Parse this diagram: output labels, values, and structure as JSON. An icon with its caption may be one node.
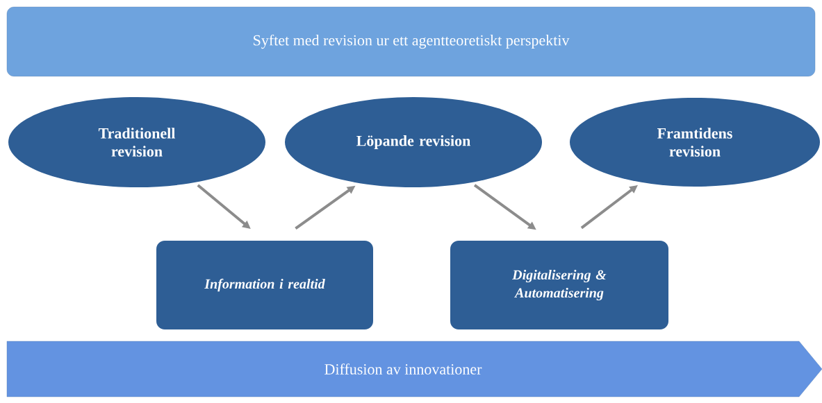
{
  "diagram": {
    "nodes": [
      {
        "text": [
          "Syftet med revision ur ett agentteoretiskt perspektiv"
        ]
      },
      {
        "text": [
          "Traditionell revision"
        ]
      },
      {
        "text": [
          "Löpande revision"
        ]
      },
      {
        "text": [
          "Framtidens revision"
        ]
      },
      {
        "text": [
          "Information i realtid"
        ]
      },
      {
        "text": [
          "Digitalisering & Automatisering"
        ]
      },
      {
        "text": [
          "Diffusion av innovationer"
        ]
      }
    ],
    "edges": [
      {
        "from": 1,
        "to": 4,
        "arrow": "to"
      },
      {
        "from": 4,
        "to": 2,
        "arrow": "to"
      },
      {
        "from": 2,
        "to": 5,
        "arrow": "to"
      },
      {
        "from": 5,
        "to": 3,
        "arrow": "to"
      }
    ]
  }
}
